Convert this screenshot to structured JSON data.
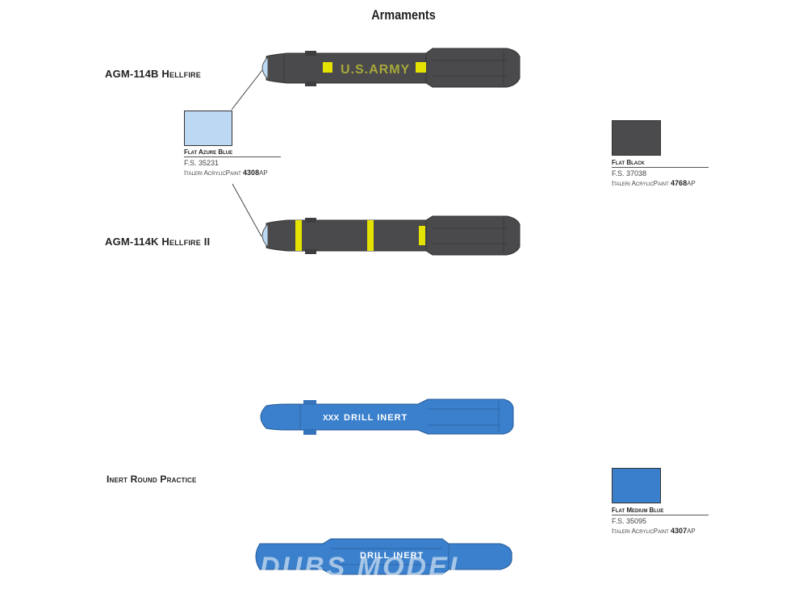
{
  "page": {
    "title": "Armaments"
  },
  "labels": {
    "agm114b": "AGM-114B Hellfire",
    "agm114k": "AGM-114K Hellfire II",
    "inert": "Inert Round Practice"
  },
  "missiles": {
    "agm114b_marking": "U.S.ARMY",
    "drill_marking": "DRILL INERT",
    "drill_prefix": "XXX"
  },
  "swatches": {
    "azure": {
      "name": "Flat Azure Blue",
      "fs": "F.S. 35231",
      "paint_prefix": "Italeri AcrylicPaint",
      "paint_code": "4308",
      "paint_suffix": "AP",
      "color": "#bcd8f3"
    },
    "black": {
      "name": "Flat Black",
      "fs": "F.S. 37038",
      "paint_prefix": "Italeri AcrylicPaint",
      "paint_code": "4768",
      "paint_suffix": "AP",
      "color": "#4b4b4d"
    },
    "medium_blue": {
      "name": "Flat Medium Blue",
      "fs": "F.S. 35095",
      "paint_prefix": "Italeri AcrylicPaint",
      "paint_code": "4307",
      "paint_suffix": "AP",
      "color": "#3a7fcb"
    }
  },
  "colors": {
    "missile_dark": "#4a4a4c",
    "missile_blue": "#3b80cc",
    "band_yellow": "#e4e200",
    "marking_text": "#a8a83a"
  },
  "watermark": "DUBS MODEL"
}
